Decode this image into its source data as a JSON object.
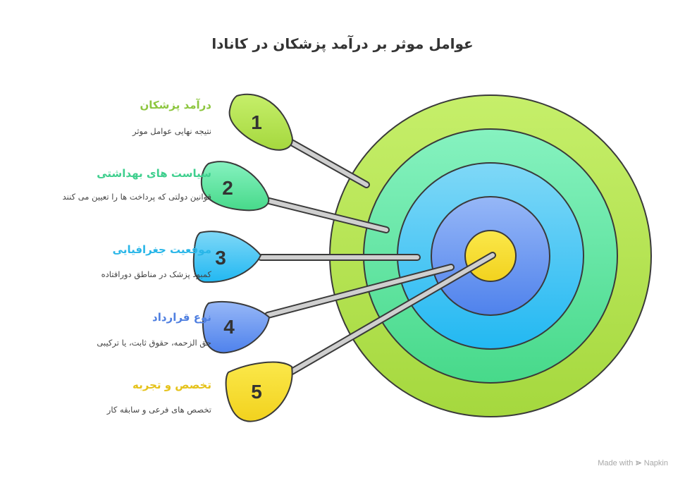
{
  "title": "عوامل موثر بر درآمد پزشکان در کانادا",
  "colors": {
    "ring1": "#b7e25a",
    "ring2": "#73e3a4",
    "ring3": "#5cc8f2",
    "ring4": "#6f9df0",
    "bullseye": "#f7df2c",
    "outline": "#3a3a3a"
  },
  "items": [
    {
      "number": "1",
      "label": "درآمد پزشکان",
      "desc": "نتیجه نهایی عوامل موثر",
      "color": "#8dc63f",
      "fill": "#a6dc4e"
    },
    {
      "number": "2",
      "label": "سیاست های بهداشتی",
      "desc": "قوانین دولتی که پرداخت ها را تعیین می کنند",
      "color": "#3fcf8e",
      "fill": "#52d99a"
    },
    {
      "number": "3",
      "label": "موقعیت جغرافیایی",
      "desc": "کمبود پزشک در مناطق دورافتاده",
      "color": "#29b6e8",
      "fill": "#3cc4f0"
    },
    {
      "number": "4",
      "label": "نوع قرارداد",
      "desc": "حق الزحمه، حقوق ثابت، یا ترکیبی",
      "color": "#4f7fe0",
      "fill": "#6a96ef"
    },
    {
      "number": "5",
      "label": "تخصص و تجربه",
      "desc": "تخصص های فرعی و سابقه کار",
      "color": "#e5c21a",
      "fill": "#f5da2a"
    }
  ],
  "footer": {
    "made_with": "Made with",
    "brand": "Napkin"
  }
}
